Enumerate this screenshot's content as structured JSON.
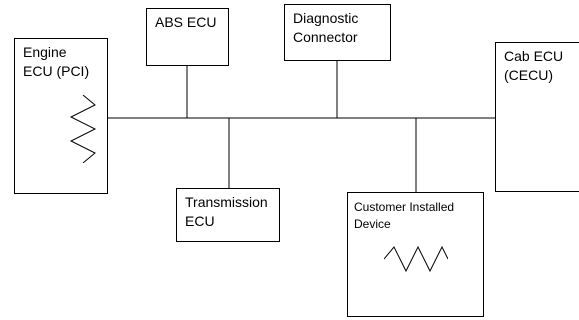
{
  "nodes": {
    "engine_ecu": {
      "label": "Engine\nECU (PCI)",
      "has_resistor": true
    },
    "abs_ecu": {
      "label": "ABS ECU"
    },
    "diagnostic_connector": {
      "label": "Diagnostic\nConnector"
    },
    "cab_ecu": {
      "label": "Cab ECU\n(CECU)"
    },
    "transmission_ecu": {
      "label": "Transmission\nECU"
    },
    "customer_installed_device": {
      "label": "Customer Installed\nDevice",
      "has_resistor": true
    }
  }
}
